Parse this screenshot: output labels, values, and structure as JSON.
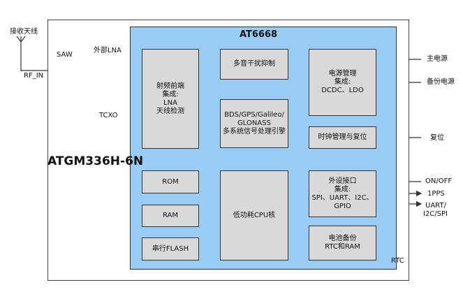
{
  "module_name": "ATGM336H-6N",
  "chip_name": "AT6668",
  "antenna_label": "接收天线",
  "rf_in_label": "RF_IN",
  "saw_label": "SAW",
  "lna_ext_label": "外部LNA",
  "tcxo_label": "TCXO",
  "rtc_label": "RTC",
  "blocks": {
    "rf_front": [
      "射频前端",
      "集成:",
      "LNA",
      "天线检测"
    ],
    "interference": [
      "多音干扰抑制"
    ],
    "power_mgmt": [
      "电源管理",
      "集成:",
      "DCDC、LDO"
    ],
    "gnss_engine": [
      "BDS/GPS/Galileo/",
      "GLONASS",
      "多系统信号处理引擎"
    ],
    "clock_reset": [
      "时钟管理与复位"
    ],
    "rom": [
      "ROM"
    ],
    "ram": [
      "RAM"
    ],
    "flash": [
      "串行FLASH"
    ],
    "cpu": [
      "低功耗CPU核"
    ],
    "peripheral": [
      "外设接口",
      "集成:",
      "SPI、UART、I2C、",
      "GPIO"
    ],
    "battery_backup": [
      "电池备份",
      "RTC和RAM"
    ]
  },
  "right_labels": {
    "main_power": "主电源",
    "backup_power": "备份电源",
    "reset": "复位",
    "on_off": "ON/OFF",
    "pps": "1PPS",
    "uart_line1": "UART/",
    "uart_line2": "I2C/SPI"
  },
  "colors": {
    "chip_fill": "#99ccf6",
    "block_fill": "#d9d9d9",
    "line": "#333333"
  }
}
